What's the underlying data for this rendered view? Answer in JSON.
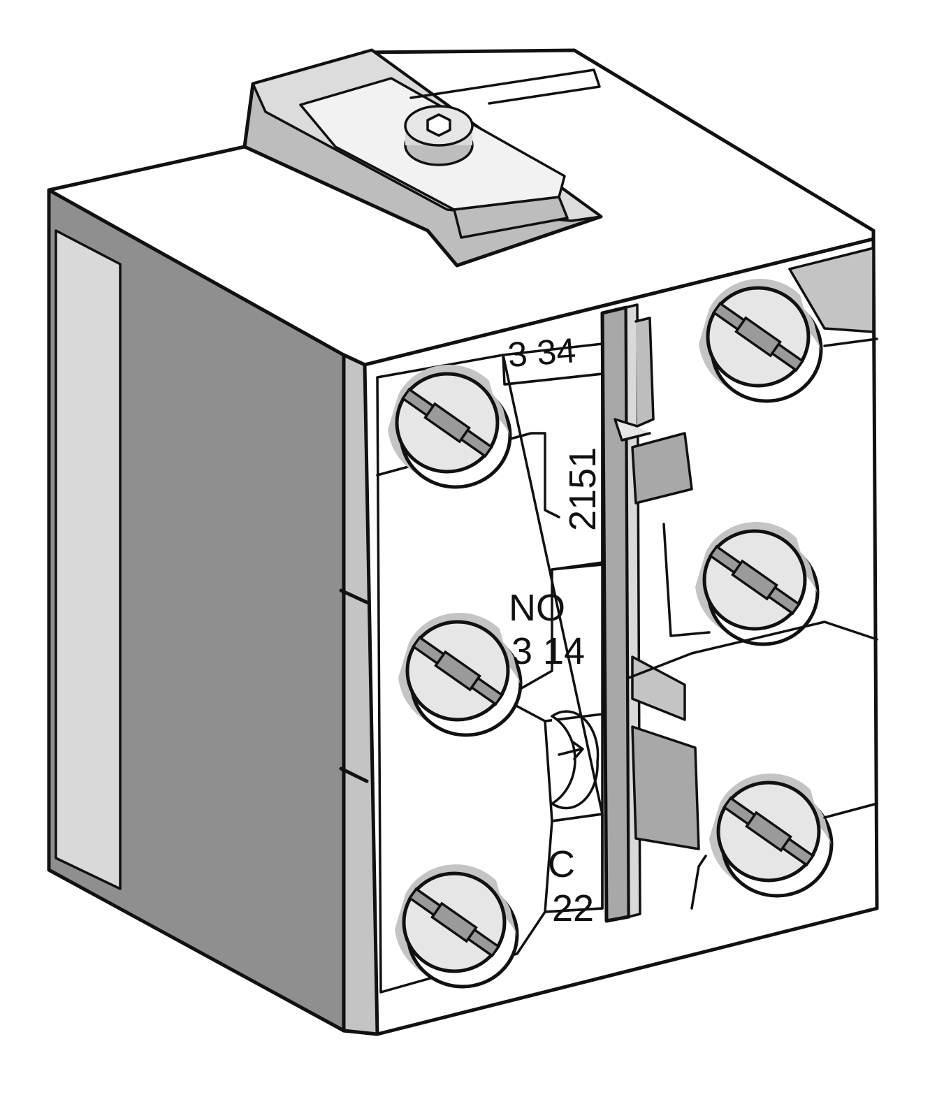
{
  "labels": {
    "top_right": "3 34",
    "vertical": "2151",
    "no": "NO",
    "mid": "3 14",
    "c": "C",
    "bottom": "22"
  },
  "colors": {
    "outline": "#111111",
    "white_face": "#ffffff",
    "light_grey": "#d9d9d9",
    "mid_grey": "#a8a8a8",
    "dark_grey": "#8f8f8f",
    "shadow_grey": "#c4c4c4"
  },
  "icons": {
    "screw": "slotted-screw-icon",
    "arrow": "arrow-right-icon",
    "top_screw": "hex-socket-screw-icon"
  }
}
